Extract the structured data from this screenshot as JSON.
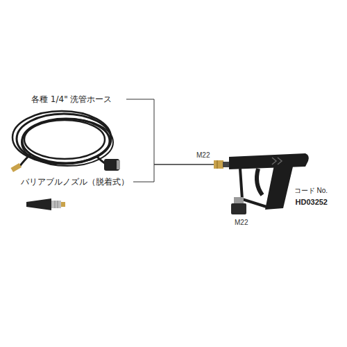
{
  "diagram": {
    "nodes": [
      {
        "text": [
          "各種 1/4\" 洗管ホース"
        ]
      },
      {
        "text": [
          "バリアブルノズル（脱着式）"
        ]
      },
      {
        "text": [
          "コード No.",
          "HD03252"
        ]
      }
    ],
    "edges": [
      {
        "from": 0,
        "to": 2,
        "arrow": "none"
      },
      {
        "from": 1,
        "to": 2,
        "arrow": "none"
      }
    ],
    "labels": [
      "M22",
      "M22"
    ]
  }
}
